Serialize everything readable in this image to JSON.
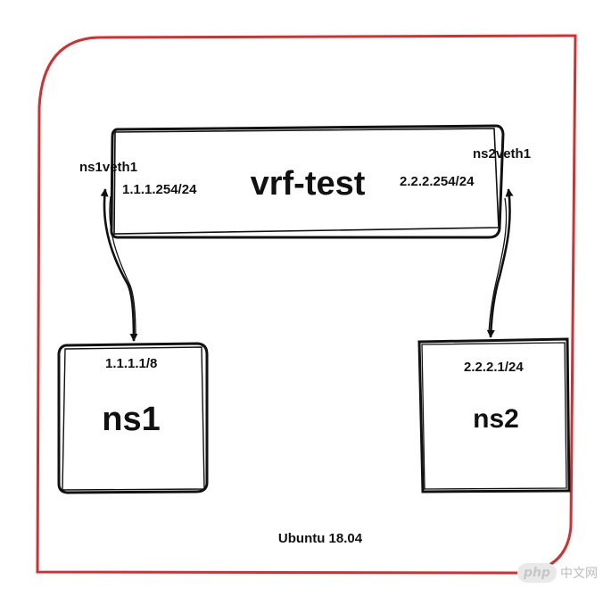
{
  "diagram": {
    "host_label": "Ubuntu 18.04",
    "vrf": {
      "name": "vrf-test",
      "left_ip": "1.1.1.254/24",
      "right_ip": "2.2.2.254/24",
      "left_iface": "ns1veth1",
      "right_iface": "ns2veth1"
    },
    "ns1": {
      "name": "ns1",
      "ip": "1.1.1.1/8"
    },
    "ns2": {
      "name": "ns2",
      "ip": "2.2.2.1/24"
    }
  },
  "colors": {
    "host_border": "#d42f2f",
    "stroke": "#111111"
  },
  "watermark": {
    "logo": "php",
    "site": "中文网"
  }
}
